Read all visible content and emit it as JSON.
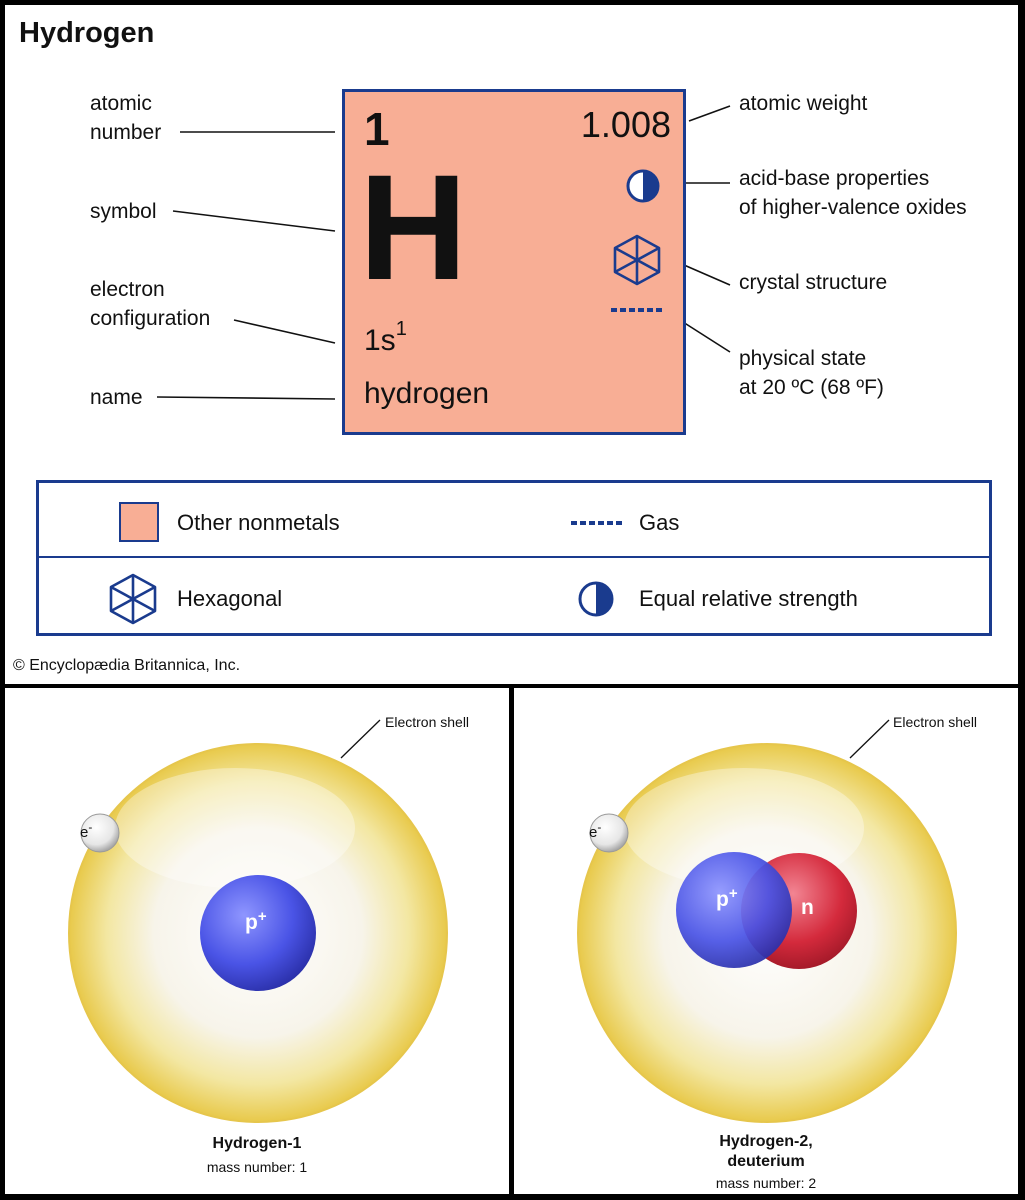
{
  "title": "Hydrogen",
  "element": {
    "number": "1",
    "weight": "1.008",
    "symbol": "H",
    "config_base": "1s",
    "config_sup": "1",
    "name": "hydrogen",
    "category_color": "#f8ae95"
  },
  "labels": {
    "atomic_number": "atomic\nnumber",
    "symbol": "symbol",
    "electron_configuration": "electron\nconfiguration",
    "name": "name",
    "atomic_weight": "atomic weight",
    "acid_base": "acid-base properties\nof higher-valence oxides",
    "crystal_structure": "crystal structure",
    "physical_state": "physical state\nat 20 ºC (68 ºF)"
  },
  "legend": {
    "category": "Other nonmetals",
    "state": "Gas",
    "crystal": "Hexagonal",
    "acid_base": "Equal relative strength"
  },
  "copyright": "© Encyclopædia Britannica, Inc.",
  "atoms": [
    {
      "shell_label": "Electron shell",
      "electron": "e",
      "electron_charge": "-",
      "proton": "p",
      "proton_charge": "+",
      "caption": "Hydrogen-1",
      "mass": "mass number: 1"
    },
    {
      "shell_label": "Electron shell",
      "electron": "e",
      "electron_charge": "-",
      "proton": "p",
      "proton_charge": "+",
      "neutron": "n",
      "caption_line1": "Hydrogen-2,",
      "caption_line2": "deuterium",
      "mass": "mass number: 2"
    }
  ],
  "icons": [
    "half-filled-circle-icon",
    "hexagon-icon",
    "dashed-line-icon"
  ],
  "colors": {
    "navy": "#1a3b8e",
    "proton": "#4a54e6",
    "neutron": "#d42a3c",
    "shell": "#f3dd6a"
  }
}
